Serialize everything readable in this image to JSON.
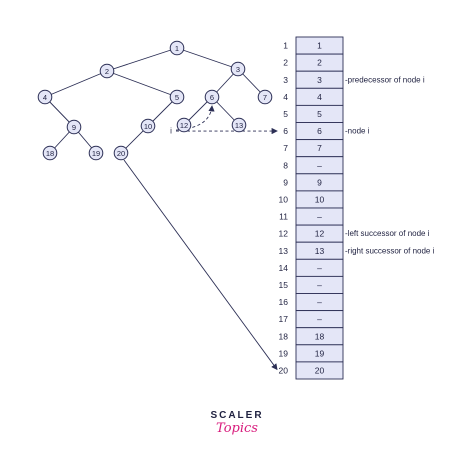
{
  "tree": {
    "nodes": [
      {
        "id": 1,
        "label": "1"
      },
      {
        "id": 2,
        "label": "2"
      },
      {
        "id": 3,
        "label": "3"
      },
      {
        "id": 4,
        "label": "4"
      },
      {
        "id": 5,
        "label": "5"
      },
      {
        "id": 6,
        "label": "6"
      },
      {
        "id": 7,
        "label": "7"
      },
      {
        "id": 9,
        "label": "9"
      },
      {
        "id": 10,
        "label": "10"
      },
      {
        "id": 12,
        "label": "12"
      },
      {
        "id": 13,
        "label": "13"
      },
      {
        "id": 18,
        "label": "18"
      },
      {
        "id": 19,
        "label": "19"
      },
      {
        "id": 20,
        "label": "20"
      }
    ],
    "edges": [
      [
        1,
        2
      ],
      [
        1,
        3
      ],
      [
        2,
        4
      ],
      [
        2,
        5
      ],
      [
        3,
        6
      ],
      [
        3,
        7
      ],
      [
        4,
        9
      ],
      [
        9,
        18
      ],
      [
        9,
        19
      ],
      [
        5,
        10
      ],
      [
        10,
        20
      ],
      [
        6,
        12
      ],
      [
        6,
        13
      ]
    ],
    "pointer_label": "i"
  },
  "array": {
    "rows": [
      {
        "index": "1",
        "value": "1",
        "annotation": ""
      },
      {
        "index": "2",
        "value": "2",
        "annotation": ""
      },
      {
        "index": "3",
        "value": "3",
        "annotation": "-predecessor of node i"
      },
      {
        "index": "4",
        "value": "4",
        "annotation": ""
      },
      {
        "index": "5",
        "value": "5",
        "annotation": ""
      },
      {
        "index": "6",
        "value": "6",
        "annotation": "-node i"
      },
      {
        "index": "7",
        "value": "7",
        "annotation": ""
      },
      {
        "index": "8",
        "value": "–",
        "annotation": ""
      },
      {
        "index": "9",
        "value": "9",
        "annotation": ""
      },
      {
        "index": "10",
        "value": "10",
        "annotation": ""
      },
      {
        "index": "11",
        "value": "–",
        "annotation": ""
      },
      {
        "index": "12",
        "value": "12",
        "annotation": "-left successor of node i"
      },
      {
        "index": "13",
        "value": "13",
        "annotation": "-right successor of node i"
      },
      {
        "index": "14",
        "value": "–",
        "annotation": ""
      },
      {
        "index": "15",
        "value": "–",
        "annotation": ""
      },
      {
        "index": "16",
        "value": "–",
        "annotation": ""
      },
      {
        "index": "17",
        "value": "–",
        "annotation": ""
      },
      {
        "index": "18",
        "value": "18",
        "annotation": ""
      },
      {
        "index": "19",
        "value": "19",
        "annotation": ""
      },
      {
        "index": "20",
        "value": "20",
        "annotation": ""
      }
    ]
  },
  "logo": {
    "top": "SCALER",
    "bottom": "Topics"
  },
  "colors": {
    "node_fill": "#e4e6f7",
    "stroke": "#2c2f55",
    "logo_accent": "#d81b7c"
  }
}
